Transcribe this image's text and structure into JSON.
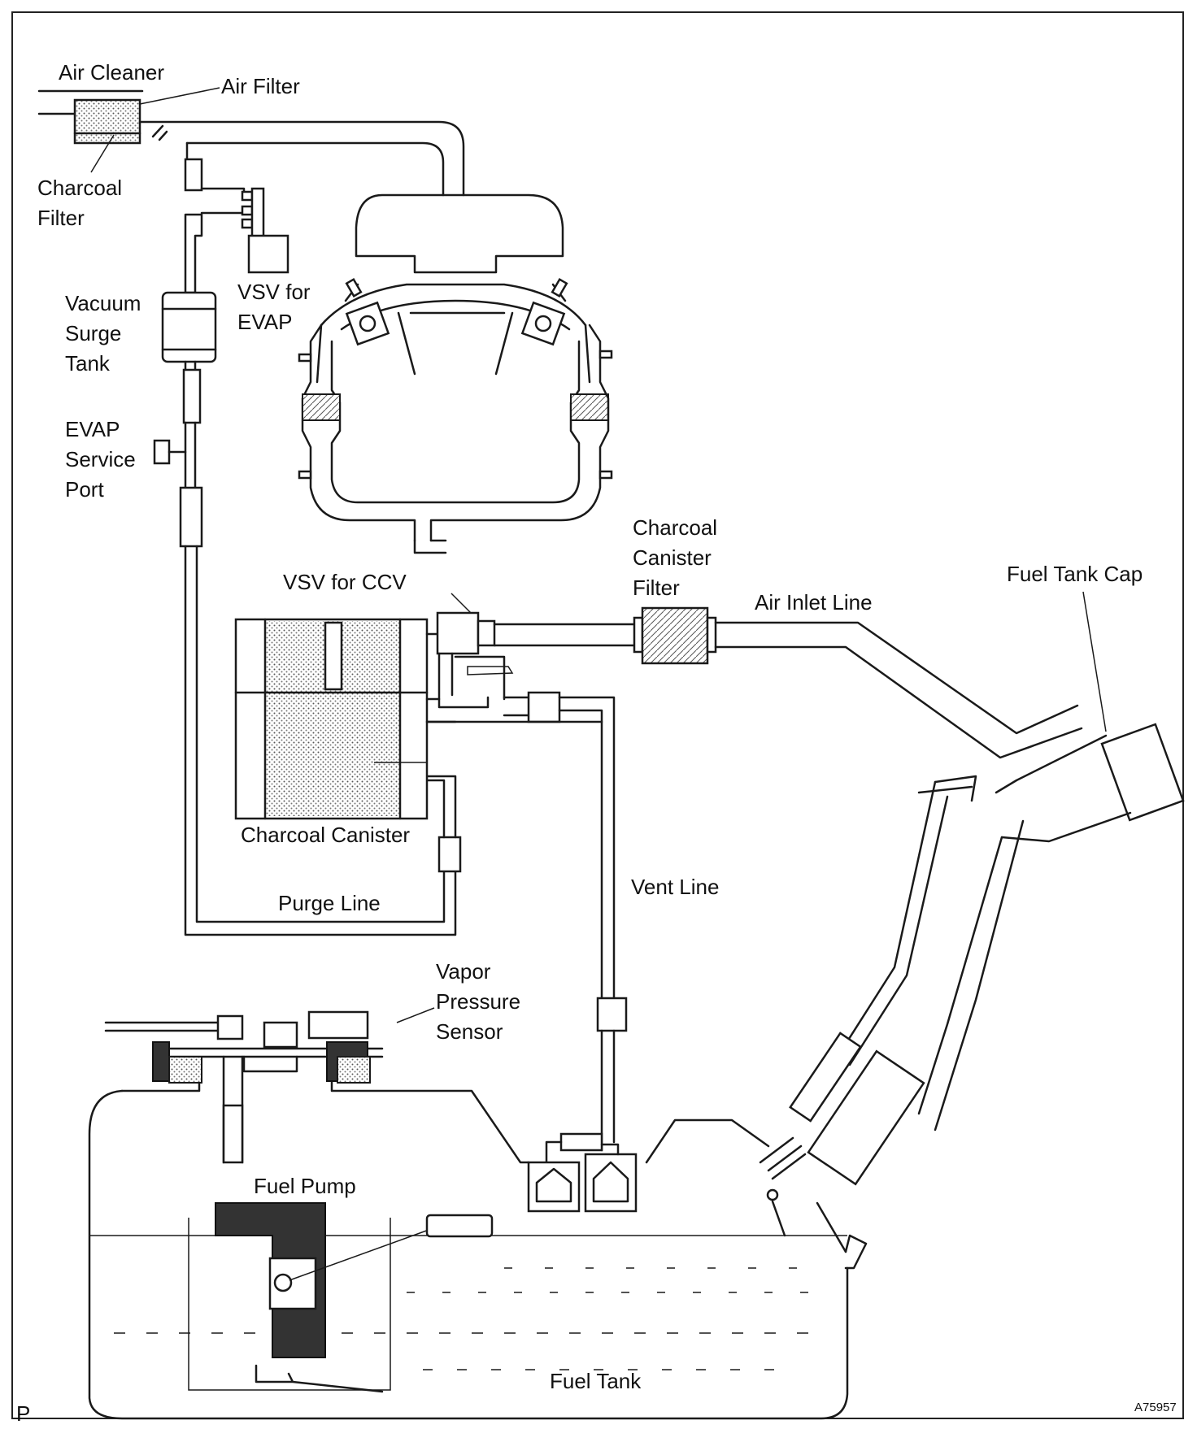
{
  "labels": {
    "air_cleaner": "Air Cleaner",
    "air_filter": "Air Filter",
    "charcoal_filter_1": "Charcoal",
    "charcoal_filter_2": "Filter",
    "vsv_evap_1": "VSV for",
    "vsv_evap_2": "EVAP",
    "vacuum_surge_1": "Vacuum",
    "vacuum_surge_2": "Surge",
    "vacuum_surge_3": "Tank",
    "evap_port_1": "EVAP",
    "evap_port_2": "Service",
    "evap_port_3": "Port",
    "vsv_ccv": "VSV for CCV",
    "canister_filter_1": "Charcoal",
    "canister_filter_2": "Canister",
    "canister_filter_3": "Filter",
    "air_inlet_line": "Air Inlet Line",
    "fuel_tank_cap": "Fuel Tank Cap",
    "charcoal_canister": "Charcoal Canister",
    "purge_line": "Purge Line",
    "vent_line": "Vent Line",
    "vapor_sensor_1": "Vapor",
    "vapor_sensor_2": "Pressure",
    "vapor_sensor_3": "Sensor",
    "fuel_pump": "Fuel Pump",
    "fuel_tank": "Fuel Tank",
    "corner_left": "P",
    "corner_right": "A75957"
  },
  "colors": {
    "line": "#1a1a1a",
    "background": "#ffffff",
    "pump_body": "#333333"
  }
}
